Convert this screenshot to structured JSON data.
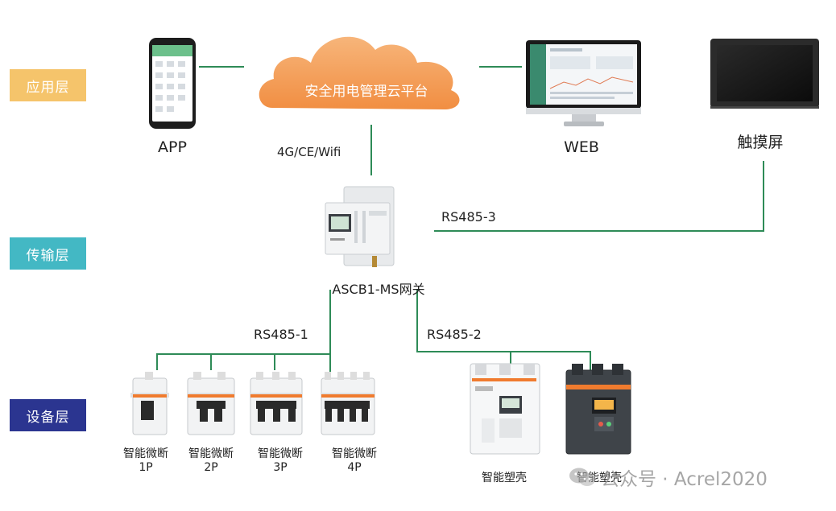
{
  "colors": {
    "line": "#2e8b57",
    "application_layer": "#f5c46b",
    "transmission_layer": "#43b8c4",
    "device_layer": "#2b3590",
    "cloud": "#f5a05a"
  },
  "layers": {
    "application": "应用层",
    "transmission": "传输层",
    "device": "设备层"
  },
  "cloud": {
    "label": "安全用电管理云平台",
    "icon": "cloud-icon"
  },
  "top_devices": {
    "app": {
      "label": "APP",
      "icon": "phone-icon"
    },
    "web": {
      "label": "WEB",
      "icon": "monitor-icon"
    },
    "touchscreen": {
      "label": "触摸屏",
      "icon": "touchscreen-icon"
    }
  },
  "connections": {
    "cloud_link": "4G/CE/Wifi",
    "rs485_3": "RS485-3",
    "rs485_1": "RS485-1",
    "rs485_2": "RS485-2"
  },
  "gateway": {
    "label": "ASCB1-MS网关",
    "icon": "gateway-icon"
  },
  "breakers": [
    {
      "name": "智能微断",
      "poles": "1P",
      "icon": "breaker-1p-icon"
    },
    {
      "name": "智能微断",
      "poles": "2P",
      "icon": "breaker-2p-icon"
    },
    {
      "name": "智能微断",
      "poles": "3P",
      "icon": "breaker-3p-icon"
    },
    {
      "name": "智能微断",
      "poles": "4P",
      "icon": "breaker-4p-icon"
    }
  ],
  "mccb": [
    {
      "label": "智能塑壳",
      "icon": "mccb-white-icon"
    },
    {
      "label": "智能塑壳",
      "icon": "mccb-dark-icon"
    }
  ],
  "watermark": {
    "text": "公众号 · Acrel2020",
    "icon": "wechat-icon"
  }
}
